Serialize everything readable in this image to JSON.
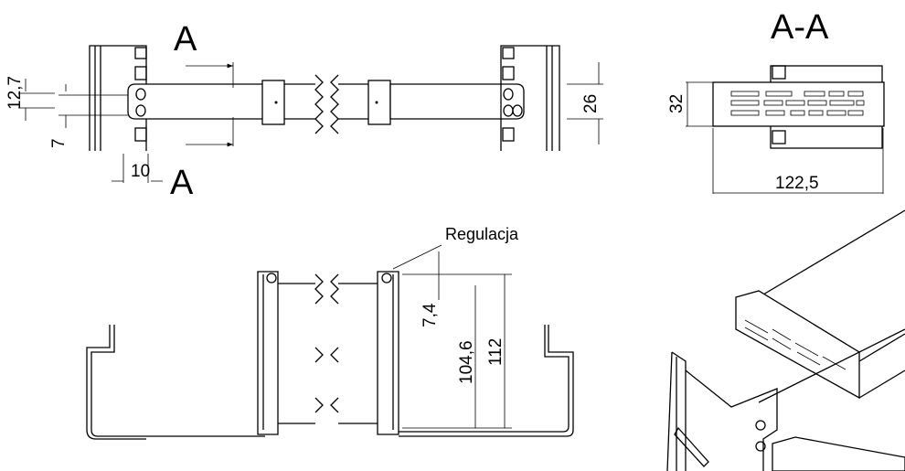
{
  "section_labels": {
    "top": "A",
    "bottom": "A",
    "section_title": "A-A"
  },
  "dimensions": {
    "pitch": "12,7",
    "hole": "7",
    "offset": "10",
    "bar_height": "26",
    "section_height": "32",
    "section_width": "122,5",
    "adjust": "7,4",
    "inner": "104,6",
    "outer": "112"
  },
  "callout": {
    "adjustment": "Regulacja"
  }
}
